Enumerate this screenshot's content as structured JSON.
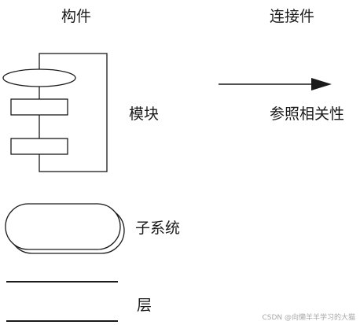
{
  "header": {
    "component_title": "构件",
    "connector_title": "连接件"
  },
  "legend": {
    "module": "模块",
    "reference": "参照相关性",
    "subsystem": "子系统",
    "layer": "层"
  },
  "watermark": "CSDN @向懒羊羊学习的大猫"
}
